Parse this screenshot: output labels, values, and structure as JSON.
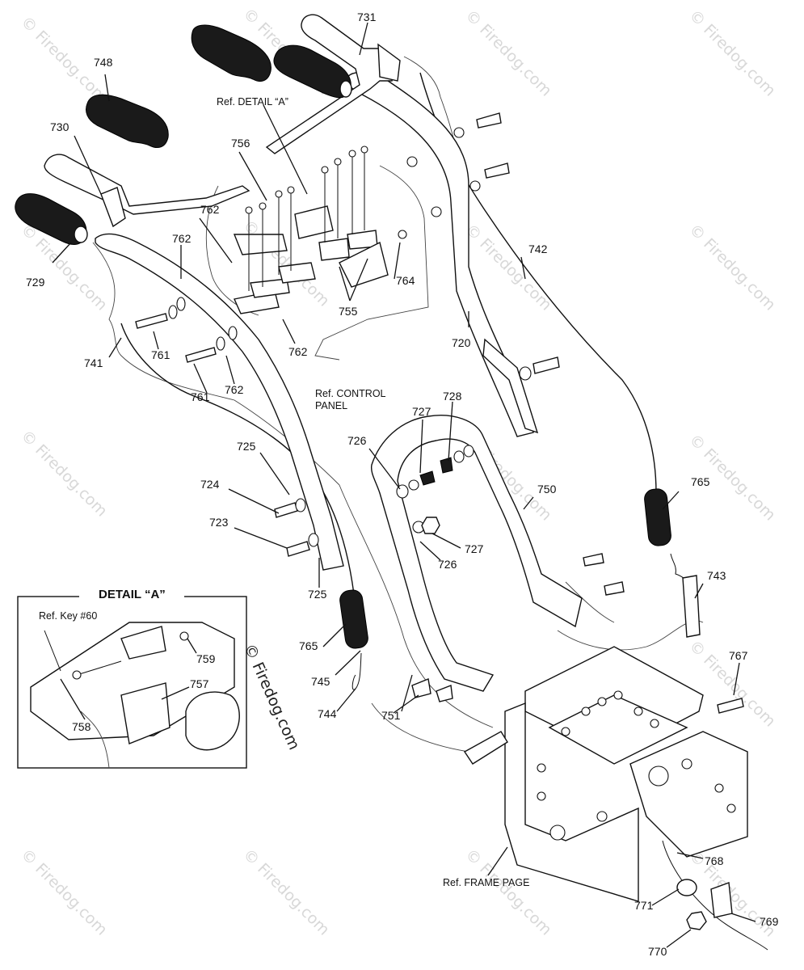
{
  "watermark": {
    "text": "© Firedog.com",
    "color": "#d8d8d8"
  },
  "watermark_dark": {
    "text": "© Firedog.com"
  },
  "detail_box": {
    "title": "DETAIL “A”",
    "ref_key": "Ref. Key #60"
  },
  "references": {
    "detail_a": "Ref. DETAIL “A”",
    "control_panel_line1": "Ref. CONTROL",
    "control_panel_line2": "PANEL",
    "frame_page": "Ref. FRAME PAGE"
  },
  "part_labels": {
    "p731": "731",
    "p748": "748",
    "p730": "730",
    "p756": "756",
    "p762a": "762",
    "p762b": "762",
    "p729": "729",
    "p764": "764",
    "p755": "755",
    "p742": "742",
    "p720": "720",
    "p761a": "761",
    "p762c": "762",
    "p741": "741",
    "p761b": "761",
    "p762d": "762",
    "p727a": "727",
    "p728": "728",
    "p726a": "726",
    "p765a": "765",
    "p725a": "725",
    "p750": "750",
    "p724": "724",
    "p723": "723",
    "p727b": "727",
    "p726b": "726",
    "p725b": "725",
    "p743": "743",
    "p759": "759",
    "p765b": "765",
    "p767": "767",
    "p757": "757",
    "p745": "745",
    "p758": "758",
    "p744": "744",
    "p751": "751",
    "p768": "768",
    "p769": "769",
    "p771": "771",
    "p770": "770"
  }
}
